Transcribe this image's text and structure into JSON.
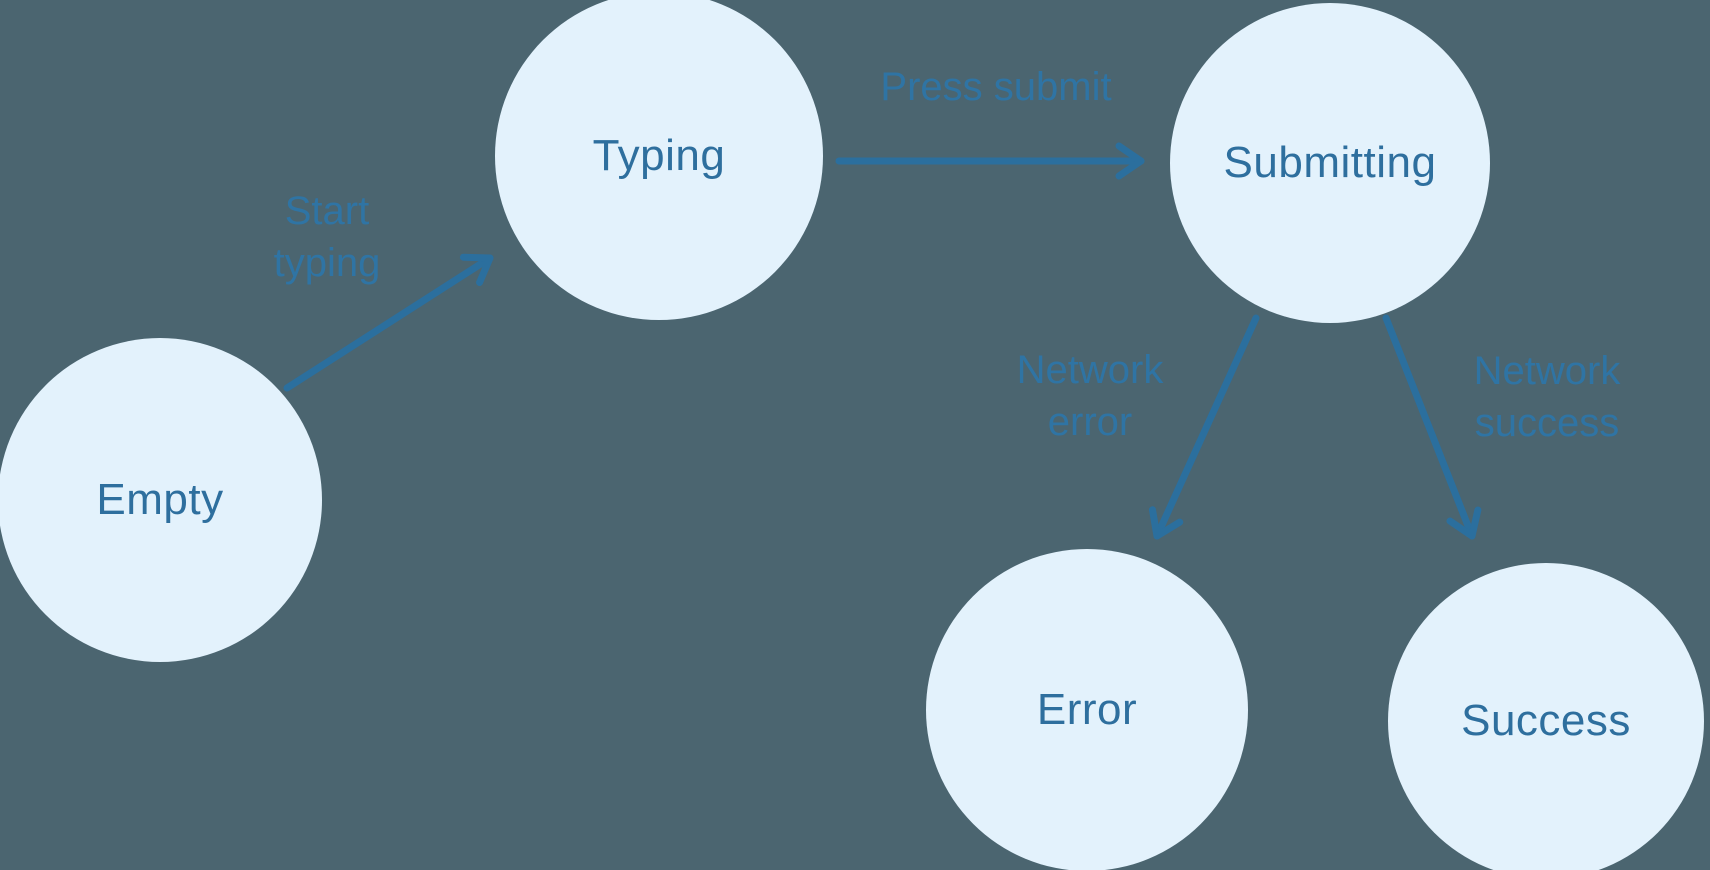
{
  "diagram": {
    "kind": "state-machine",
    "colors": {
      "background": "#4B6570",
      "node_fill": "#E3F2FC",
      "node_text": "#2E6F9E",
      "arrow": "#2B6F9E",
      "edge_label": "#2F74A4"
    },
    "states": [
      {
        "id": "empty",
        "label": "Empty"
      },
      {
        "id": "typing",
        "label": "Typing"
      },
      {
        "id": "submitting",
        "label": "Submitting"
      },
      {
        "id": "error",
        "label": "Error"
      },
      {
        "id": "success",
        "label": "Success"
      }
    ],
    "transitions": [
      {
        "from": "empty",
        "to": "typing",
        "label": "Start typing",
        "label_lines": [
          "Start",
          "typing"
        ]
      },
      {
        "from": "typing",
        "to": "submitting",
        "label": "Press submit",
        "label_lines": [
          "Press submit"
        ]
      },
      {
        "from": "submitting",
        "to": "error",
        "label": "Network error",
        "label_lines": [
          "Network",
          "error"
        ]
      },
      {
        "from": "submitting",
        "to": "success",
        "label": "Network success",
        "label_lines": [
          "Network",
          "success"
        ]
      }
    ]
  }
}
